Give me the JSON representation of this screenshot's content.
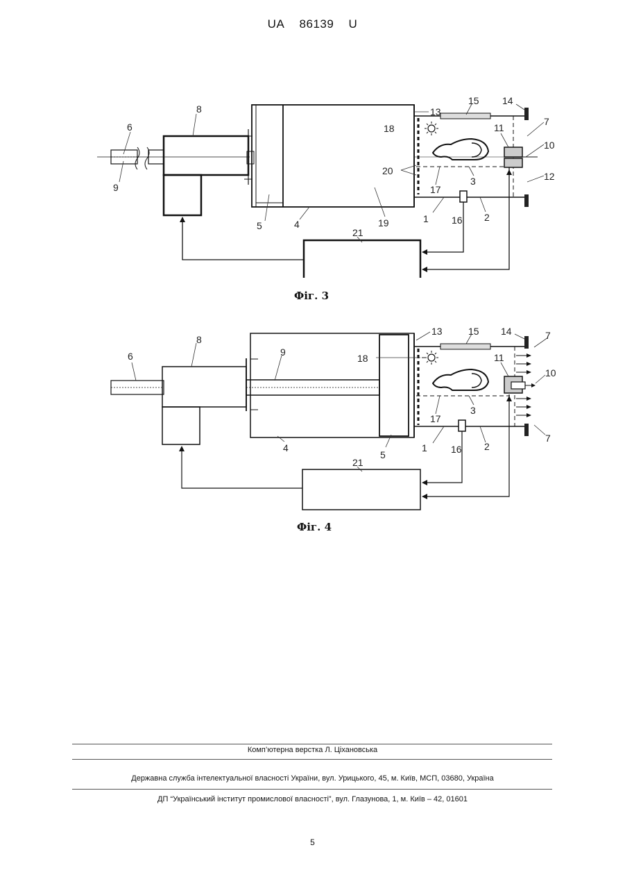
{
  "header": {
    "country": "UA",
    "number": "86139",
    "kind": "U"
  },
  "fig3": {
    "caption": "Фіг. 3",
    "labels": [
      "1",
      "2",
      "3",
      "4",
      "5",
      "6",
      "7",
      "8",
      "9",
      "10",
      "11",
      "12",
      "13",
      "14",
      "15",
      "16",
      "17",
      "18",
      "19",
      "20",
      "21"
    ]
  },
  "fig4": {
    "caption": "Фіг. 4",
    "labels": [
      "1",
      "2",
      "3",
      "4",
      "5",
      "6",
      "7",
      "7",
      "8",
      "9",
      "10",
      "11",
      "13",
      "14",
      "15",
      "16",
      "17",
      "18",
      "21"
    ]
  },
  "footer": {
    "layout": "Комп’ютерна верстка Л. Ціхановська",
    "agency": "Державна служба інтелектуальної власності України, вул. Урицького, 45, м. Київ, МСП, 03680, Україна",
    "institute": "ДП “Український інститут промислової власності”, вул. Глазунова, 1, м. Київ – 42, 01601"
  },
  "page_number": "5"
}
